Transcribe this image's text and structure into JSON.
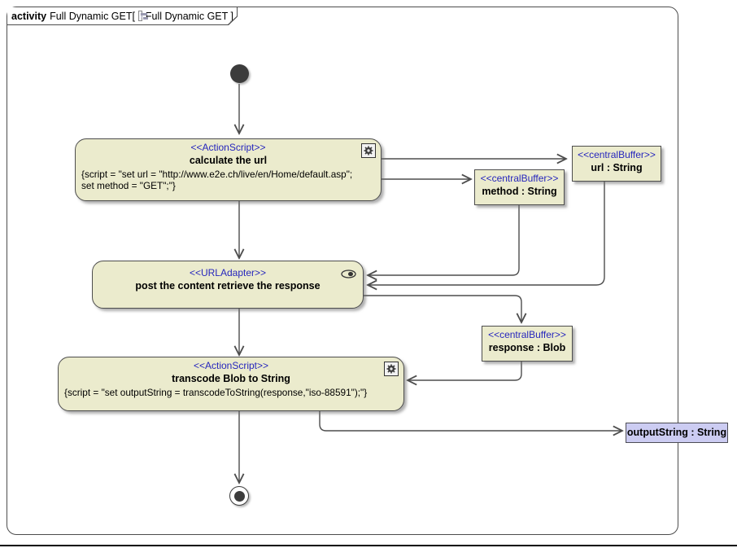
{
  "frame": {
    "kind_label": "activity",
    "name": "Full Dynamic GET[",
    "diagram_ref": "Full Dynamic GET ]"
  },
  "colors": {
    "node_fill": "#ebebcd",
    "node_border": "#4d4d4d",
    "stereotype_blue": "#2626bd",
    "param_fill": "#ccccf2",
    "edge_stroke": "#4d4d4d"
  },
  "nodes": {
    "calculate_url": {
      "stereotype": "<<ActionScript>>",
      "name": "calculate the url",
      "script_line1": "{script = \"set url = \"http://www.e2e.ch/live/en/Home/default.asp\";",
      "script_line2": "set method = \"GET\";\"}",
      "icon": "gear-icon"
    },
    "url_buffer": {
      "stereotype": "<<centralBuffer>>",
      "name": "url : String"
    },
    "method_buffer": {
      "stereotype": "<<centralBuffer>>",
      "name": "method : String"
    },
    "url_adapter": {
      "stereotype": "<<URLAdapter>>",
      "name": "post the content retrieve the response",
      "icon": "adapter-oval-icon"
    },
    "response_buffer": {
      "stereotype": "<<centralBuffer>>",
      "name": "response : Blob"
    },
    "transcode": {
      "stereotype": "<<ActionScript>>",
      "name": "transcode Blob to String",
      "script_line1": "{script = \"set outputString = transcodeToString(response,\"iso-88591\");\"}",
      "icon": "gear-icon"
    },
    "output_param": {
      "name": "outputString : String"
    }
  }
}
